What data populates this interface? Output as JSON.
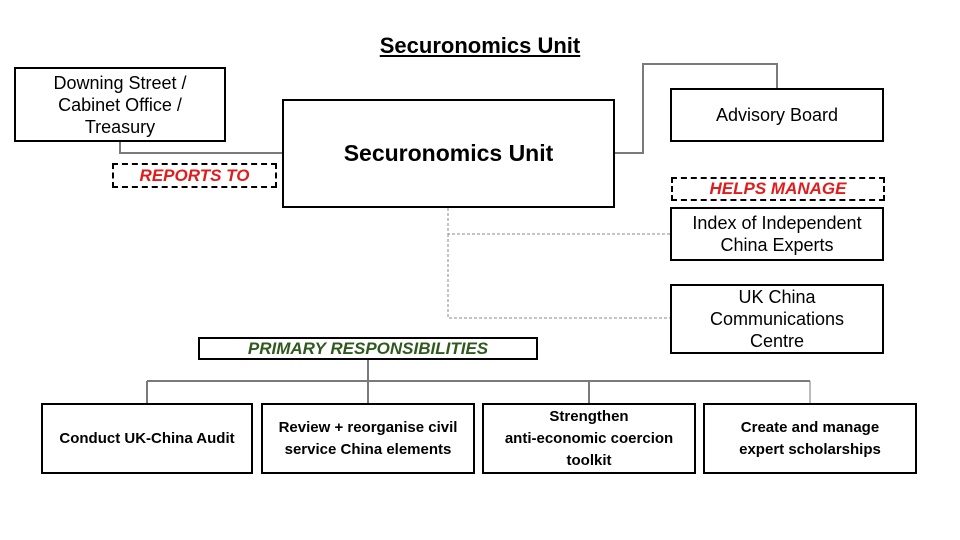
{
  "title": "Securonomics Unit",
  "nodes": {
    "center": "Securonomics Unit",
    "reports_to": {
      "line1": "Downing Street /",
      "line2": "Cabinet Office /",
      "line3": "Treasury"
    },
    "advisory": "Advisory Board",
    "index": {
      "line1": "Index of Independent",
      "line2": "China Experts"
    },
    "comms": {
      "line1": "UK China",
      "line2": "Communications",
      "line3": "Centre"
    }
  },
  "labels": {
    "reports_to": "REPORTS TO",
    "helps_manage": "HELPS MANAGE",
    "primary": "PRIMARY RESPONSIBILITIES"
  },
  "responsibilities": [
    {
      "line1": "Conduct UK-China Audit"
    },
    {
      "line1": "Review + reorganise civil",
      "line2": "service China elements"
    },
    {
      "line1": "Strengthen",
      "line2": "anti-economic coercion",
      "line3": "toolkit"
    },
    {
      "line1": "Create and manage",
      "line2": "expert scholarships"
    }
  ],
  "colors": {
    "reports_label": "#e21b1b",
    "helps_label": "#e21b1b",
    "primary_label": "#2f5a1e",
    "solid_connector": "#7a7a7a",
    "dashed_connector": "#8a8a8a"
  }
}
